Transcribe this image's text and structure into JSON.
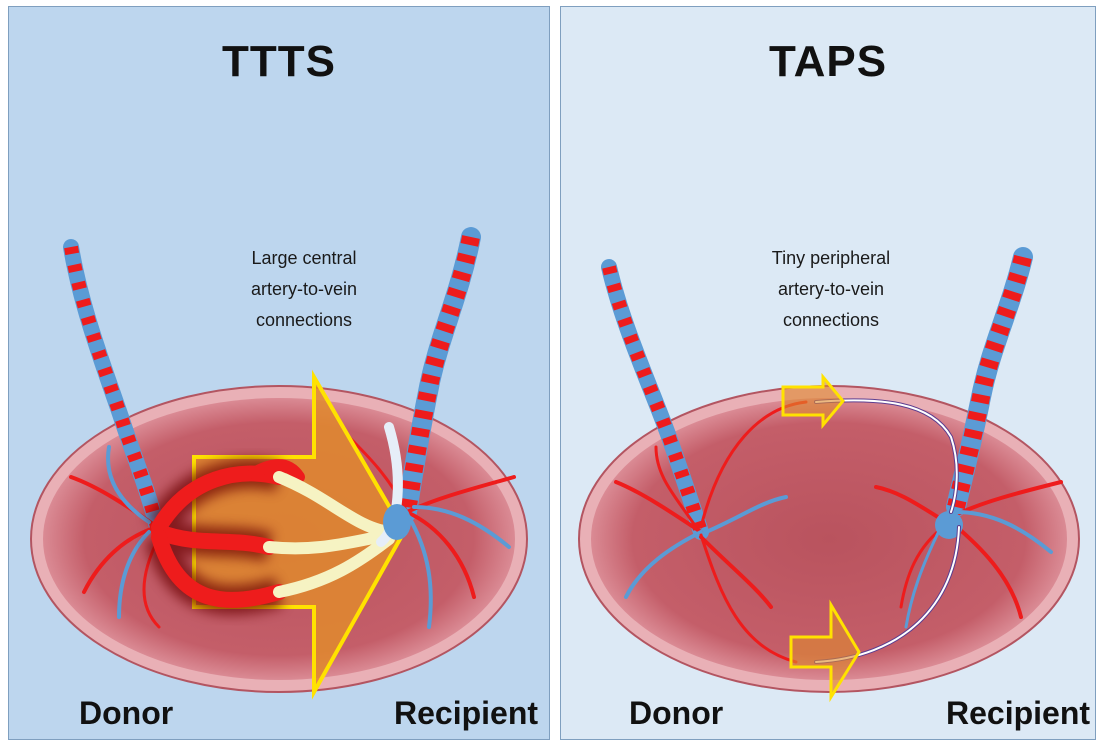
{
  "panels": [
    {
      "title": "TTTS",
      "annotation": [
        "Large central",
        "artery-to-vein",
        "connections"
      ],
      "donor_label": "Donor",
      "recipient_label": "Recipient"
    },
    {
      "title": "TAPS",
      "annotation": [
        "Tiny peripheral",
        "artery-to-vein",
        "connections"
      ],
      "donor_label": "Donor",
      "recipient_label": "Recipient"
    }
  ],
  "colors": {
    "left_panel_bg": "#bdd6ee",
    "right_panel_bg": "#dce9f5",
    "placenta": "#c55a65",
    "artery": "#ee1c1c",
    "vein": "#5b9bd5",
    "arrow_outline": "#ffe200",
    "arrow_fill": "#e08a2e"
  },
  "icons": [
    "placenta-disc",
    "umbilical-cord",
    "flow-arrow"
  ]
}
